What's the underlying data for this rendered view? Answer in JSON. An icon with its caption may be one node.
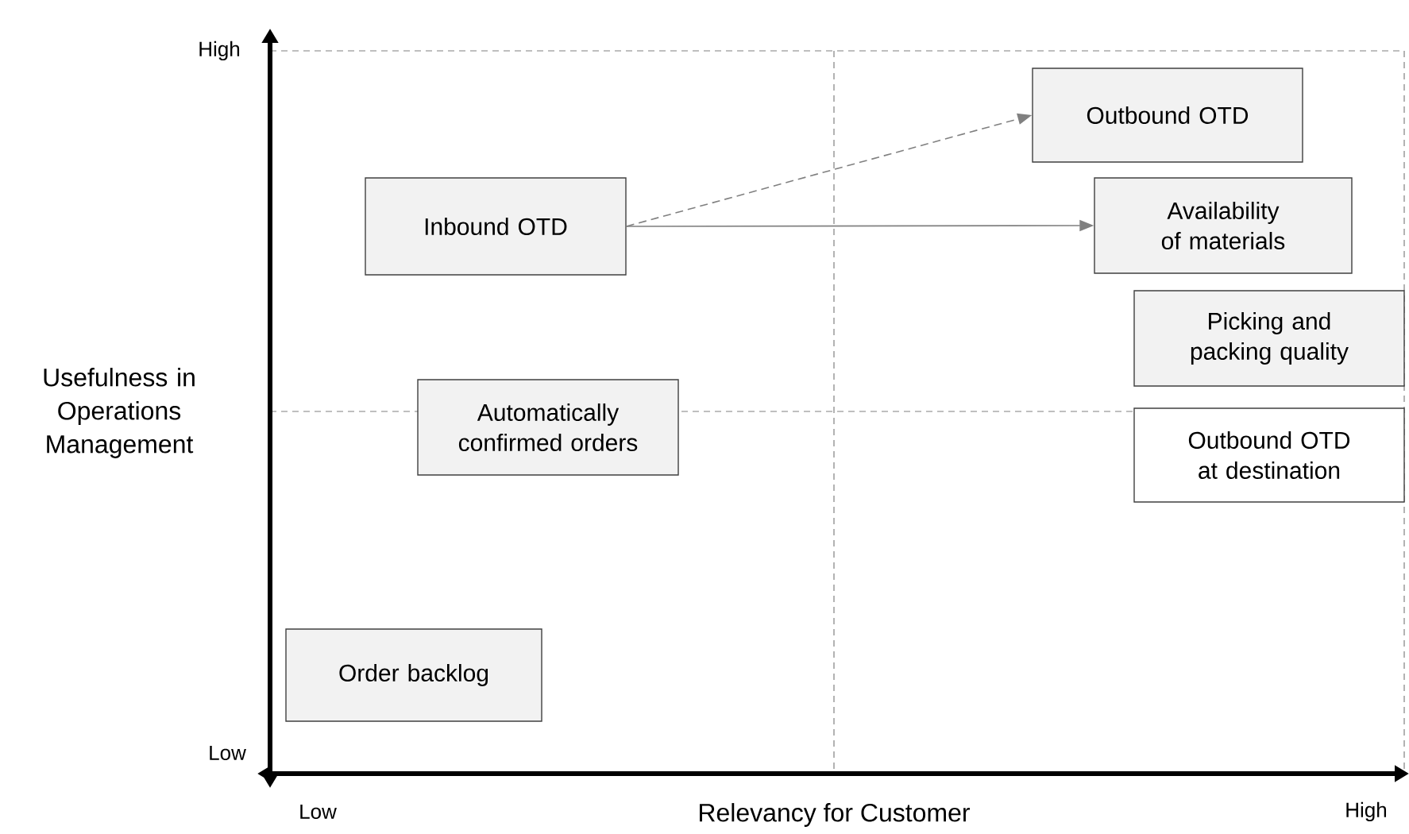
{
  "diagram": {
    "nodes": [
      {
        "text": [
          "Outbound OTD"
        ]
      },
      {
        "text": [
          "Inbound OTD"
        ]
      },
      {
        "text": [
          "Availability of materials"
        ]
      },
      {
        "text": [
          "Picking and packing quality"
        ]
      },
      {
        "text": [
          "Automatically confirmed orders"
        ]
      },
      {
        "text": [
          "Outbound OTD at destination"
        ]
      },
      {
        "text": [
          "Order backlog"
        ]
      }
    ],
    "edges": [
      {
        "from": 1,
        "to": 0,
        "arrow": "to",
        "style": "dashed"
      },
      {
        "from": 1,
        "to": 2,
        "arrow": "to"
      }
    ],
    "labels": [
      "High",
      "Usefulness in Operations Management",
      "Low",
      "Low",
      "Relevancy for Customer",
      "High"
    ]
  }
}
